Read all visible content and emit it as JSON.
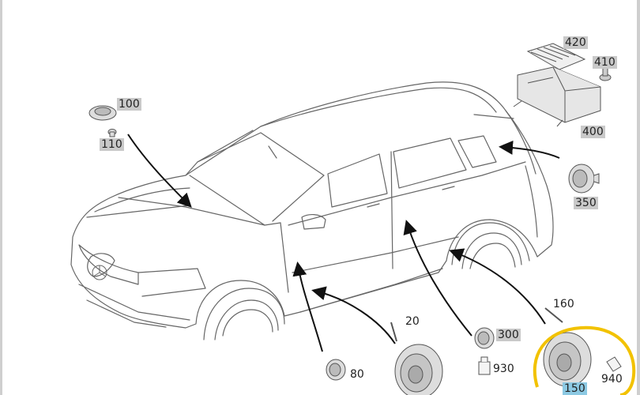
{
  "diagram": {
    "callouts": [
      {
        "id": "100",
        "text": "100",
        "style": "gray"
      },
      {
        "id": "110",
        "text": "110",
        "style": "gray"
      },
      {
        "id": "420",
        "text": "420",
        "style": "gray"
      },
      {
        "id": "410",
        "text": "410",
        "style": "gray"
      },
      {
        "id": "400",
        "text": "400",
        "style": "gray"
      },
      {
        "id": "350",
        "text": "350",
        "style": "gray"
      },
      {
        "id": "160",
        "text": "160",
        "style": "none"
      },
      {
        "id": "20",
        "text": "20",
        "style": "none"
      },
      {
        "id": "300",
        "text": "300",
        "style": "gray"
      },
      {
        "id": "930",
        "text": "930",
        "style": "none"
      },
      {
        "id": "80",
        "text": "80",
        "style": "none"
      },
      {
        "id": "150",
        "text": "150",
        "style": "blue"
      },
      {
        "id": "940",
        "text": "940",
        "style": "none"
      }
    ],
    "colors": {
      "line": "#555555",
      "arrow": "#111111",
      "highlight_gray": "#c9c9c9",
      "highlight_blue": "#8cc9e3",
      "circle_marker": "#f2c200"
    }
  }
}
